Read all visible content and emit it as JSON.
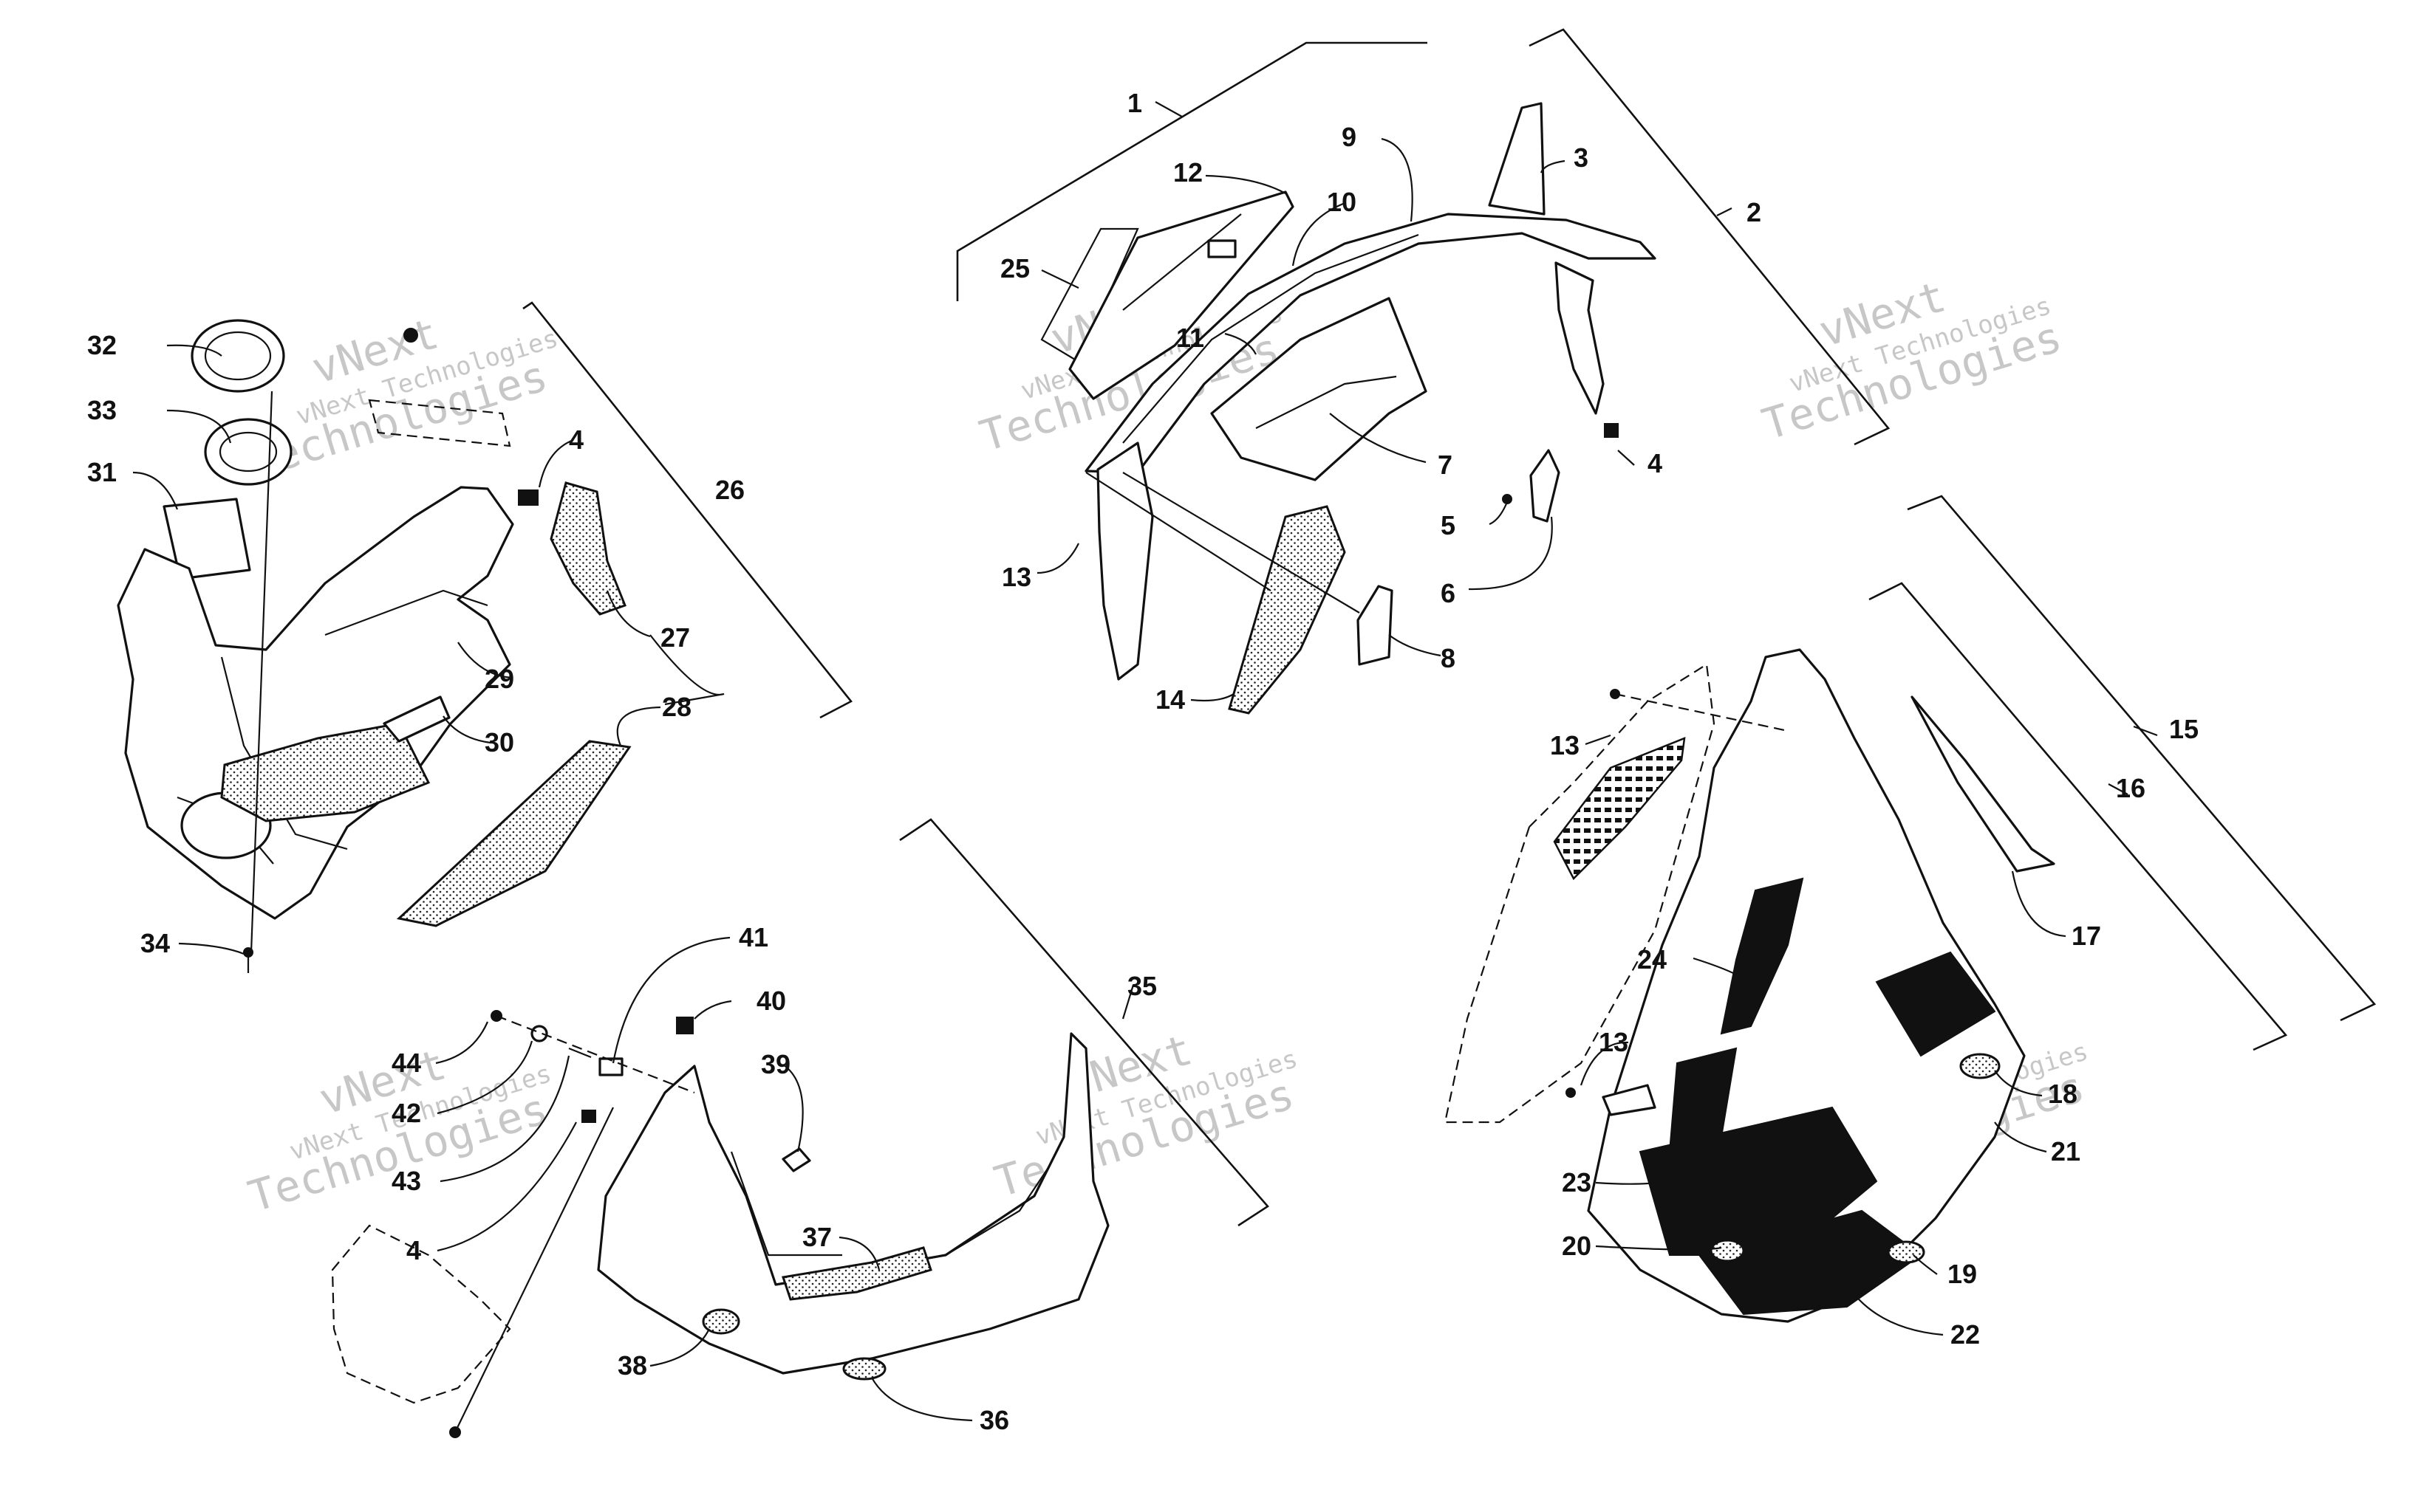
{
  "diagram": {
    "watermark_brand": "vNext",
    "watermark_company": "Technologies",
    "watermark_full": "vNext Technologies",
    "callouts": {
      "c1": "1",
      "c2": "2",
      "c3": "3",
      "c4": "4",
      "c5": "5",
      "c6": "6",
      "c7": "7",
      "c8": "8",
      "c9": "9",
      "c10": "10",
      "c11": "11",
      "c12": "12",
      "c13": "13",
      "c14": "14",
      "c15": "15",
      "c16": "16",
      "c17": "17",
      "c18": "18",
      "c19": "19",
      "c20": "20",
      "c21": "21",
      "c22": "22",
      "c23": "23",
      "c24": "24",
      "c25": "25",
      "c26": "26",
      "c27": "27",
      "c28": "28",
      "c29": "29",
      "c30": "30",
      "c31": "31",
      "c32": "32",
      "c33": "33",
      "c34": "34",
      "c35": "35",
      "c36": "36",
      "c37": "37",
      "c38": "38",
      "c39": "39",
      "c40": "40",
      "c41": "41",
      "c42": "42",
      "c43": "43",
      "c44": "44"
    }
  }
}
